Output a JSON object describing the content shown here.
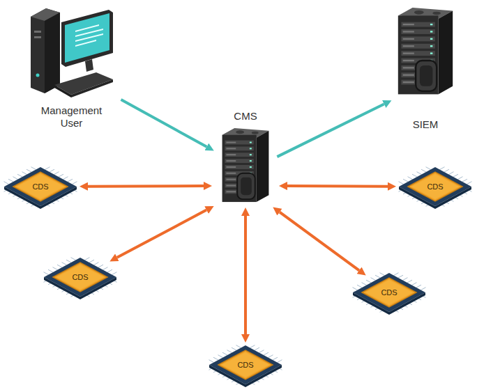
{
  "diagram": {
    "nodes": [
      {
        "text": [
          "Management User"
        ]
      },
      {
        "text": [
          "CMS"
        ]
      },
      {
        "text": [
          "SIEM"
        ]
      },
      {
        "text": [
          "CDS"
        ]
      },
      {
        "text": [
          "CDS"
        ]
      },
      {
        "text": [
          "CDS"
        ]
      },
      {
        "text": [
          "CDS"
        ]
      },
      {
        "text": [
          "CDS"
        ]
      }
    ],
    "edges": [
      {
        "from": 0,
        "to": 1,
        "arrow": "to"
      },
      {
        "from": 1,
        "to": 2,
        "arrow": "to"
      },
      {
        "from": 1,
        "to": 3,
        "arrow": "both"
      },
      {
        "from": 1,
        "to": 4,
        "arrow": "both"
      },
      {
        "from": 1,
        "to": 5,
        "arrow": "both"
      },
      {
        "from": 1,
        "to": 6,
        "arrow": "both"
      },
      {
        "from": 1,
        "to": 7,
        "arrow": "both"
      }
    ]
  }
}
